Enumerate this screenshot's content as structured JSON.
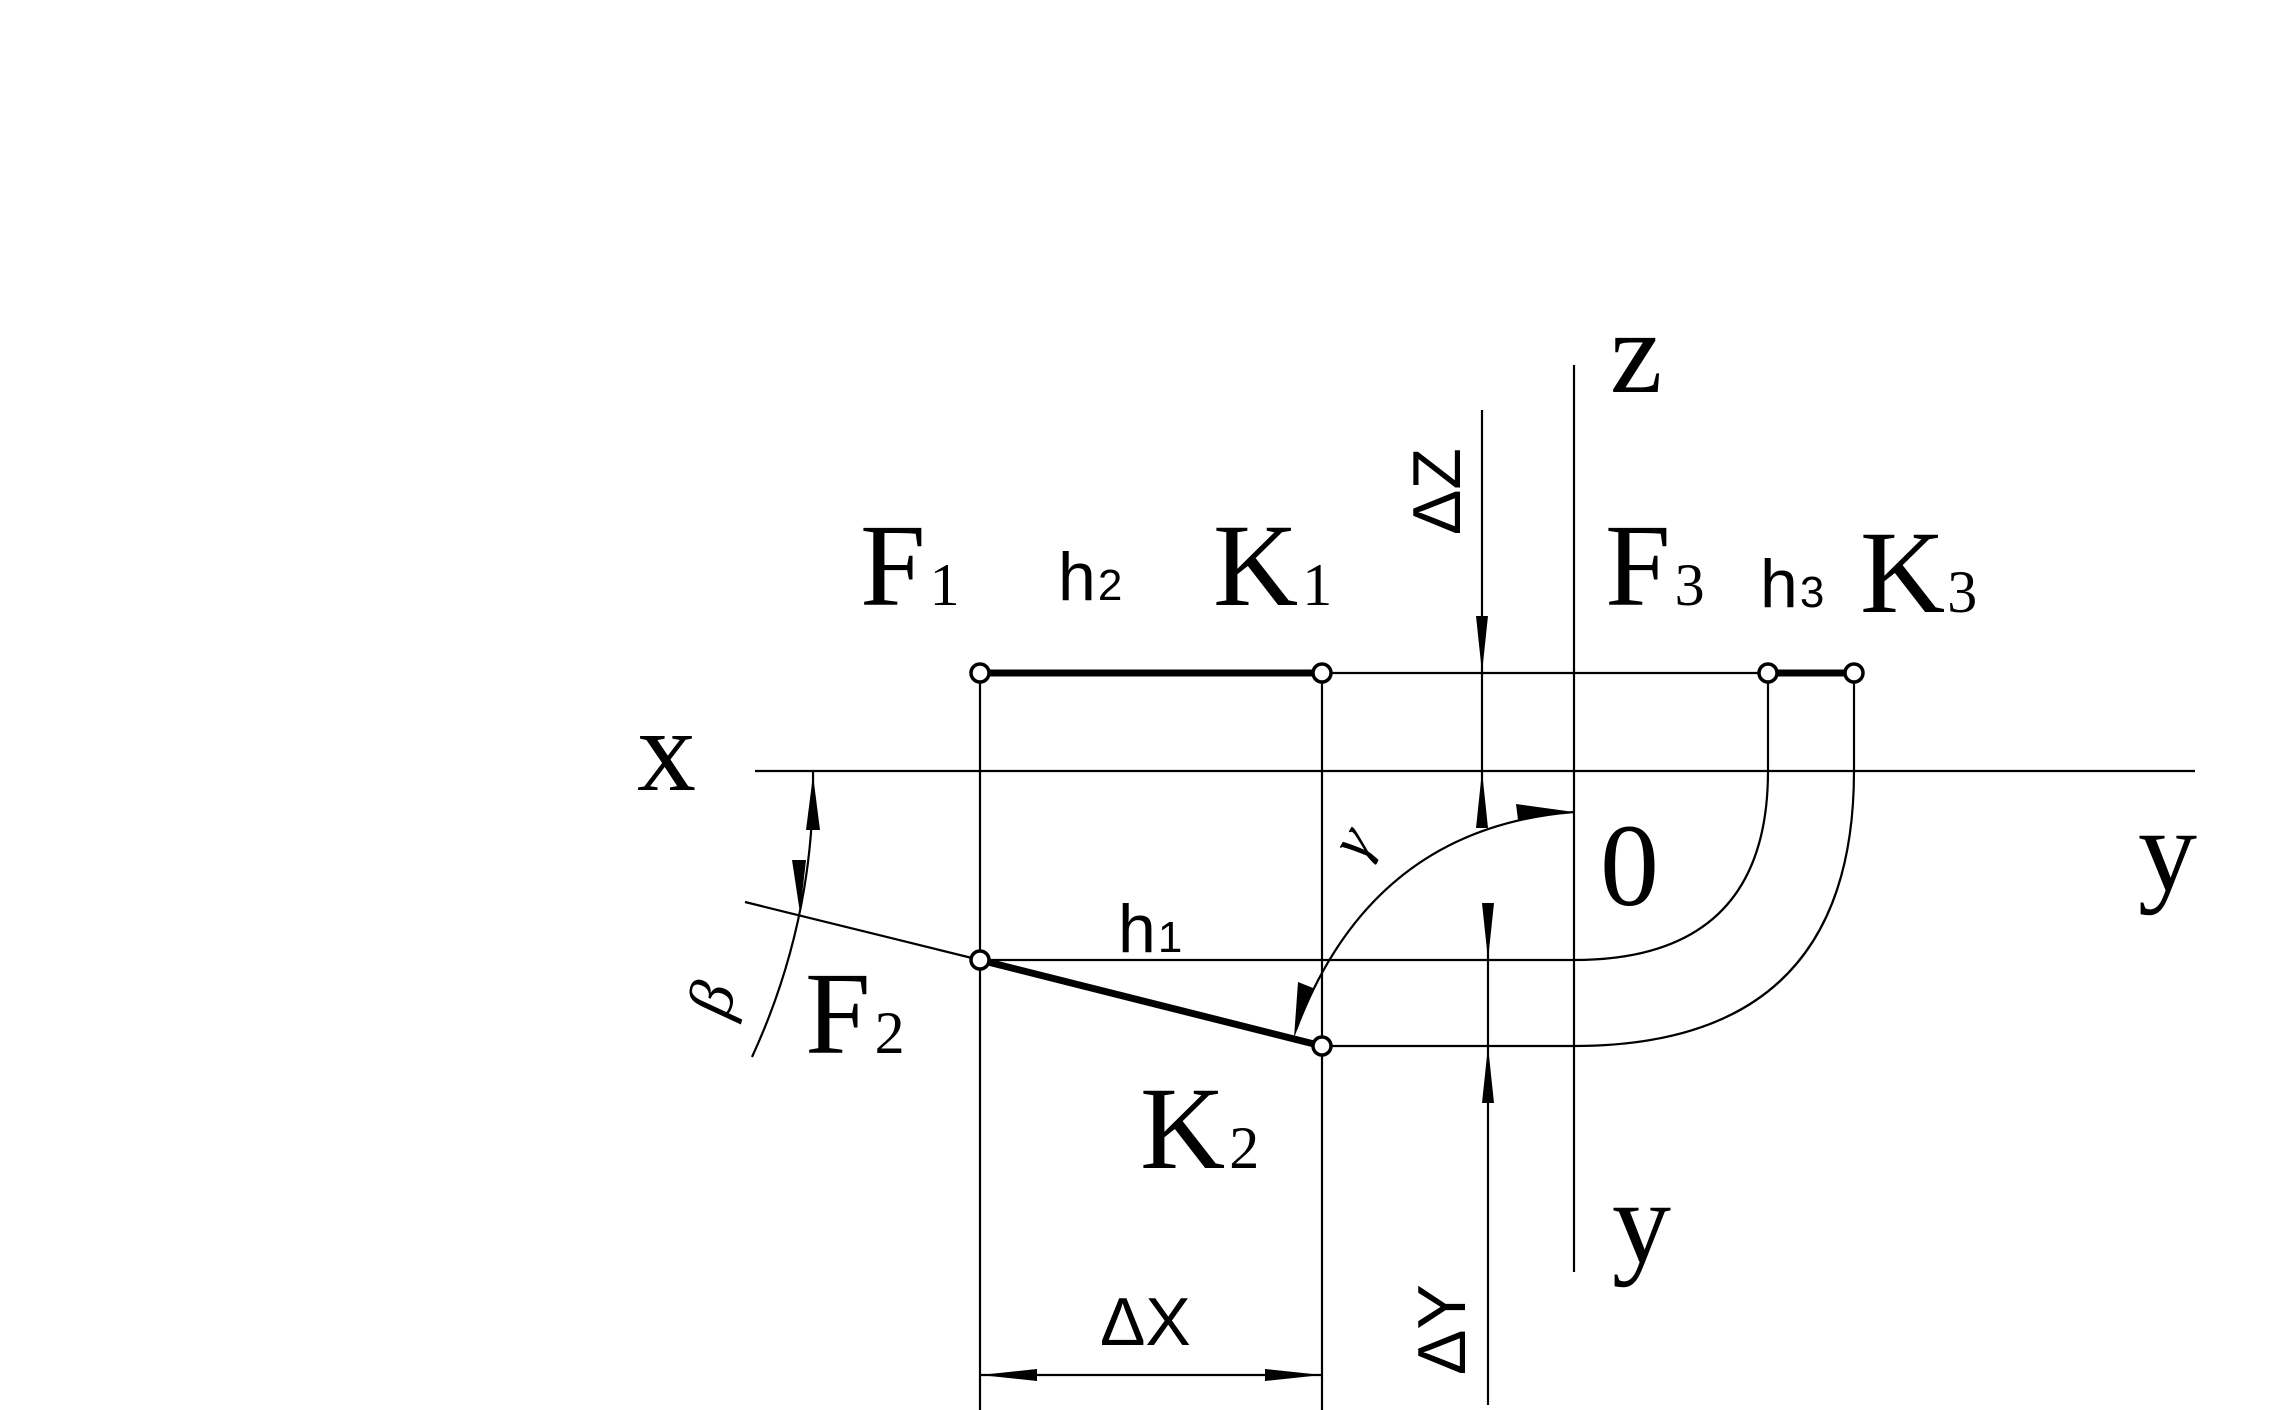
{
  "labels": {
    "z_axis": "z",
    "x_axis": "x",
    "y_axis_right": "y",
    "y_axis_bottom": "y",
    "origin": "0",
    "F1": {
      "main": "F",
      "sub": "1"
    },
    "K1": {
      "main": "K",
      "sub": "1"
    },
    "F2": {
      "main": "F",
      "sub": "2"
    },
    "K2": {
      "main": "K",
      "sub": "2"
    },
    "F3": {
      "main": "F",
      "sub": "3"
    },
    "K3": {
      "main": "K",
      "sub": "3"
    },
    "h1": {
      "main": "h",
      "sub": "1"
    },
    "h2": {
      "main": "h",
      "sub": "2"
    },
    "h3": {
      "main": "h",
      "sub": "3"
    },
    "delta_x": "ΔX",
    "delta_y": "ΔY",
    "delta_z": "ΔZ",
    "beta": "β",
    "gamma": "γ"
  }
}
